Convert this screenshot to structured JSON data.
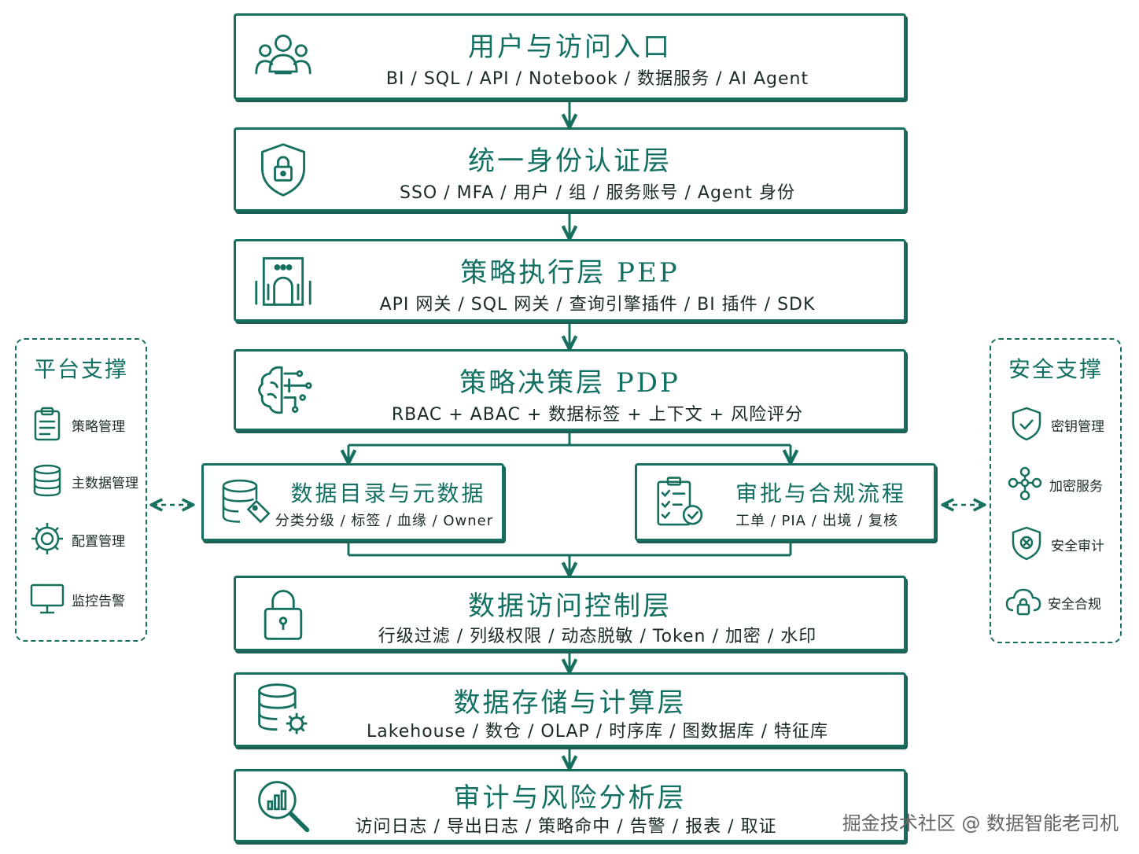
{
  "layers": [
    {
      "title": "用户与访问入口",
      "sub": "BI / SQL / API / Notebook / 数据服务 / AI Agent",
      "icon": "users-icon"
    },
    {
      "title": "统一身份认证层",
      "sub": "SSO / MFA / 用户 / 组 / 服务账号 / Agent 身份",
      "icon": "shield-lock-icon"
    },
    {
      "title": "策略执行层 PEP",
      "sub": "API 网关 / SQL 网关 / 查询引擎插件 / BI 插件 / SDK",
      "icon": "gateway-icon"
    },
    {
      "title": "策略决策层 PDP",
      "sub": "RBAC + ABAC + 数据标签 + 上下文 + 风险评分",
      "icon": "brain-circuit-icon"
    },
    {
      "title": "数据访问控制层",
      "sub": "行级过滤 / 列级权限 / 动态脱敏 / Token / 加密 / 水印",
      "icon": "padlock-icon"
    },
    {
      "title": "数据存储与计算层",
      "sub": "Lakehouse / 数仓 / OLAP / 时序库 / 图数据库 / 特征库",
      "icon": "database-gear-icon"
    },
    {
      "title": "审计与风险分析层",
      "sub": "访问日志 / 导出日志 / 策略命中 / 告警 / 报表 / 取证",
      "icon": "magnifier-chart-icon"
    }
  ],
  "mid_left": {
    "title": "数据目录与元数据",
    "sub": "分类分级 / 标签 / 血缘 / Owner",
    "icon": "database-tag-icon"
  },
  "mid_right": {
    "title": "审批与合规流程",
    "sub": "工单 / PIA / 出境 / 复核",
    "icon": "checklist-icon"
  },
  "platform": {
    "title": "平台支撑",
    "items": [
      {
        "label": "策略管理",
        "icon": "clipboard-icon"
      },
      {
        "label": "主数据管理",
        "icon": "database-icon"
      },
      {
        "label": "配置管理",
        "icon": "gear-icon"
      },
      {
        "label": "监控告警",
        "icon": "monitor-icon"
      }
    ]
  },
  "security": {
    "title": "安全支撑",
    "items": [
      {
        "label": "密钥管理",
        "icon": "shield-check-icon"
      },
      {
        "label": "加密服务",
        "icon": "network-icon"
      },
      {
        "label": "安全审计",
        "icon": "shield-eye-icon"
      },
      {
        "label": "安全合规",
        "icon": "cloud-lock-icon"
      }
    ]
  },
  "watermark": "掘金技术社区 @ 数据智能老司机",
  "colors": {
    "accent": "#17705f",
    "text": "#1a2a28"
  }
}
